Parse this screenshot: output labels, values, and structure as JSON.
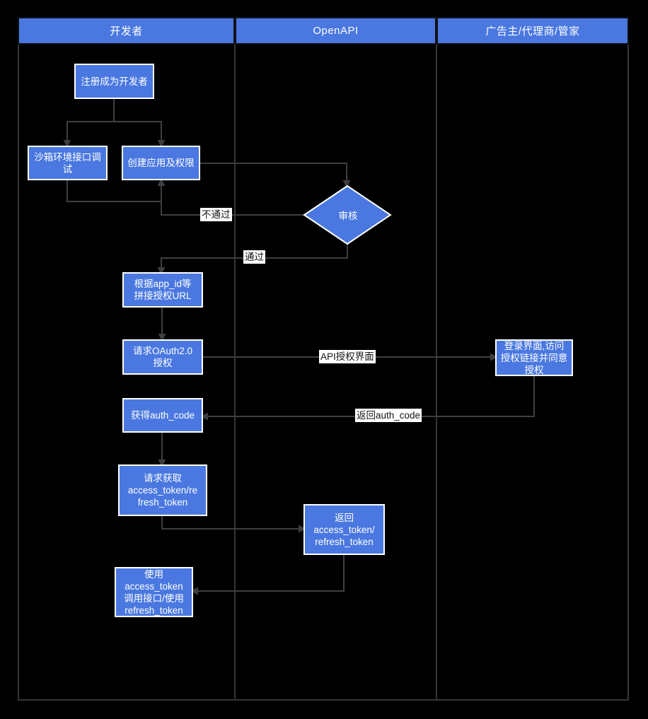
{
  "colors": {
    "node_fill": "#4a78e0",
    "node_border": "#ffffff",
    "node_text": "#ffffff",
    "line": "#35383b",
    "arrow": "#3c3f42",
    "label_bg": "#ffffff",
    "label_text": "#141414",
    "page_bg": "#000000"
  },
  "lanes": [
    {
      "label": "开发者"
    },
    {
      "label": "OpenAPI"
    },
    {
      "label": "广告主/代理商/管家"
    }
  ],
  "nodes": {
    "register": {
      "label": "注册成为开发者"
    },
    "sandbox": {
      "label": "沙箱环境接口调\n试"
    },
    "create_app": {
      "label": "创建应用及权限"
    },
    "review": {
      "label": "审核"
    },
    "build_url": {
      "label": "根据app_id等\n拼接授权URL"
    },
    "request_oauth": {
      "label": "请求OAuth2.0\n授权"
    },
    "login_page": {
      "label": "登录界面,访问\n授权链接并同意\n授权"
    },
    "get_auth_code": {
      "label": "获得auth_code"
    },
    "request_token": {
      "label": "请求获取\naccess_token/re\nfresh_token"
    },
    "return_token": {
      "label": "返回\naccess_token/\nrefresh_token"
    },
    "use_token": {
      "label": "使用\naccess_token\n调用接口/使用\nrefresh_token"
    }
  },
  "edge_labels": {
    "fail": "不通过",
    "pass": "通过",
    "api_auth_page": "API授权界面",
    "return_auth_code": "返回auth_code"
  }
}
